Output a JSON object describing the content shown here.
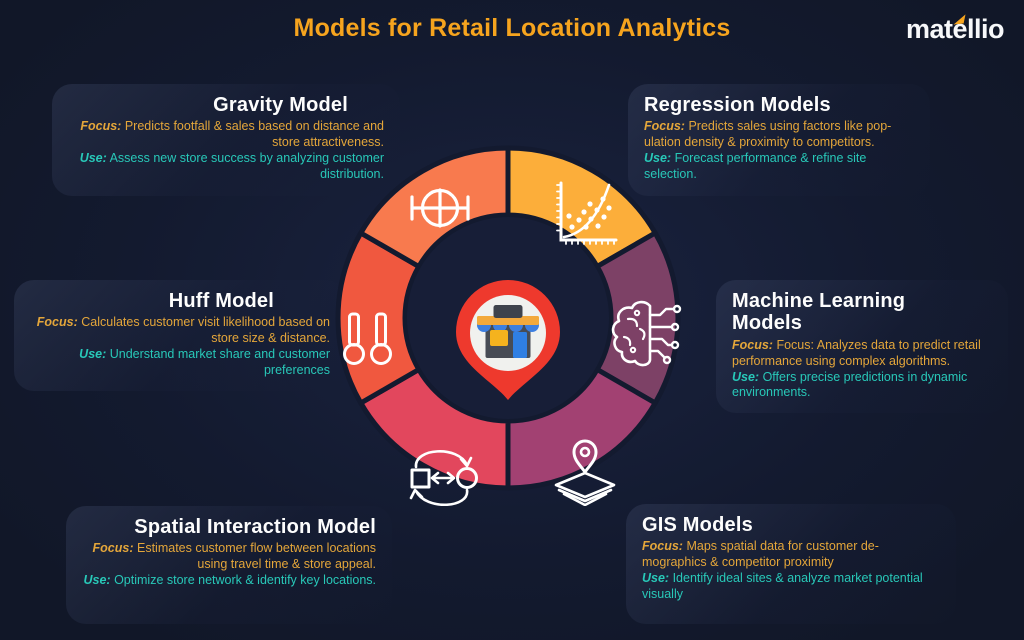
{
  "page": {
    "title": "Models for Retail Location Analytics",
    "logo_text": "matellio",
    "background_color": "#131a2f",
    "title_color": "#f6a41e",
    "focus_color": "#e4a63a",
    "use_color": "#28c8b8"
  },
  "labels": {
    "focus": "Focus:",
    "use": "Use:"
  },
  "models": [
    {
      "name": "Gravity Model",
      "icon": "gravity-target-icon",
      "color": "#f87a4e",
      "focus": "Predicts footfall & sales based on distance and store attractiveness.",
      "use": "Assess new store success by analyzing customer distribution."
    },
    {
      "name": "Regression Models",
      "icon": "regression-scatter-icon",
      "color": "#fcae3a",
      "focus": "Predicts sales using factors like pop-ulation density & proximity to competitors.",
      "use": "Forecast performance & refine site selection."
    },
    {
      "name": "Huff Model",
      "icon": "pendulum-weights-icon",
      "color": "#f0583f",
      "focus": "Calculates customer visit likelihood based on store size & distance.",
      "use": "Understand market share and customer preferences"
    },
    {
      "name": "Machine Learning Models",
      "icon": "brain-circuit-icon",
      "color": "#7d4166",
      "focus": "Focus: Analyzes data to predict retail performance using complex algorithms.",
      "use": "Offers precise predictions in dynamic environments."
    },
    {
      "name": "Spatial Interaction Model",
      "icon": "exchange-flow-icon",
      "color": "#e2475d",
      "focus": "Estimates customer flow between locations using travel time & store appeal.",
      "use": "Optimize store network & identify key locations."
    },
    {
      "name": "GIS Models",
      "icon": "map-layers-pin-icon",
      "color": "#a24172",
      "focus": "Maps spatial data for customer de-mographics & competitor proximity",
      "use": "Identify ideal sites & analyze market potential visually"
    }
  ],
  "center": {
    "icon": "store-location-pin-icon",
    "pin_color": "#ee392d",
    "badge_color": "#f0f1ee",
    "inner_circle_color": "#171e37",
    "sign_color": "#3e434c",
    "awning_color": "#f3a93c",
    "canopy_blue": "#3d7fe0",
    "body_color": "#474c55",
    "window_color": "#f5b31e",
    "door_color": "#2f7fe3"
  }
}
